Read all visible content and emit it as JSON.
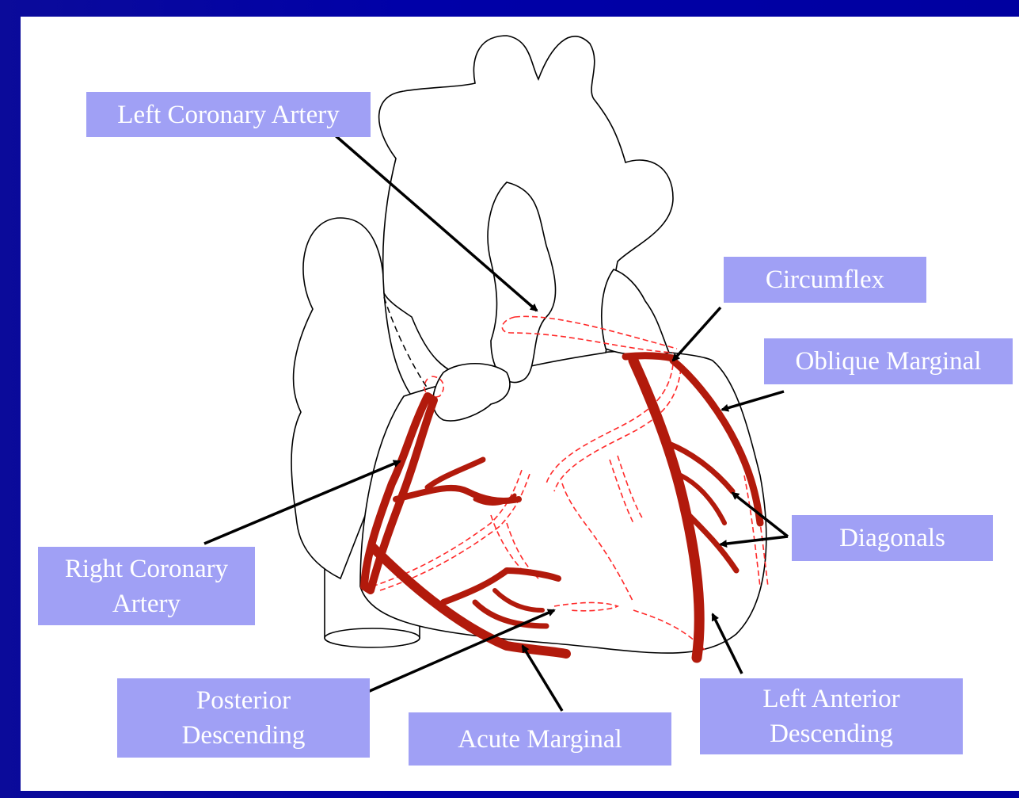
{
  "labels": {
    "left_coronary_artery": "Left Coronary Artery",
    "circumflex": "Circumflex",
    "oblique_marginal": "Oblique Marginal",
    "diagonals": "Diagonals",
    "right_coronary_artery": [
      "Right Coronary",
      "Artery"
    ],
    "posterior_descending": [
      "Posterior",
      "Descending"
    ],
    "acute_marginal": "Acute Marginal",
    "left_anterior_descending": [
      "Left Anterior",
      "Descending"
    ]
  },
  "colors": {
    "background": "#0000a0",
    "panel": "#ffffff",
    "label_box": "#a0a0f5",
    "label_text": "#ffffff",
    "artery": "#b21a0c",
    "dashed_vessel": "#ff2a2a",
    "outline": "#000000"
  }
}
